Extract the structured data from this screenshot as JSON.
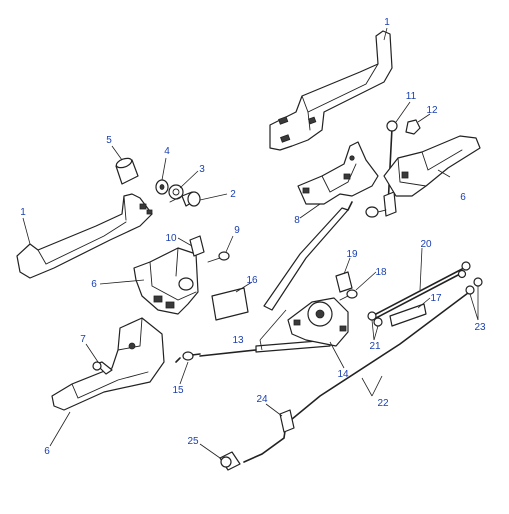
{
  "callouts": [
    {
      "id": "c1a",
      "text": "1"
    },
    {
      "id": "c1b",
      "text": "1"
    },
    {
      "id": "c2",
      "text": "2"
    },
    {
      "id": "c3",
      "text": "3"
    },
    {
      "id": "c4",
      "text": "4"
    },
    {
      "id": "c5",
      "text": "5"
    },
    {
      "id": "c6a",
      "text": "6"
    },
    {
      "id": "c6b",
      "text": "6"
    },
    {
      "id": "c6c",
      "text": "6"
    },
    {
      "id": "c7",
      "text": "7"
    },
    {
      "id": "c8",
      "text": "8"
    },
    {
      "id": "c9",
      "text": "9"
    },
    {
      "id": "c10",
      "text": "10"
    },
    {
      "id": "c11",
      "text": "11"
    },
    {
      "id": "c12",
      "text": "12"
    },
    {
      "id": "c13",
      "text": "13"
    },
    {
      "id": "c14",
      "text": "14"
    },
    {
      "id": "c15",
      "text": "15"
    },
    {
      "id": "c16",
      "text": "16"
    },
    {
      "id": "c17",
      "text": "17"
    },
    {
      "id": "c18",
      "text": "18"
    },
    {
      "id": "c19",
      "text": "19"
    },
    {
      "id": "c20",
      "text": "20"
    },
    {
      "id": "c21",
      "text": "21"
    },
    {
      "id": "c22",
      "text": "22"
    },
    {
      "id": "c23",
      "text": "23"
    },
    {
      "id": "c24",
      "text": "24"
    },
    {
      "id": "c25",
      "text": "25"
    }
  ],
  "colors": {
    "callout": "#1a3fb0",
    "line": "#222222"
  }
}
